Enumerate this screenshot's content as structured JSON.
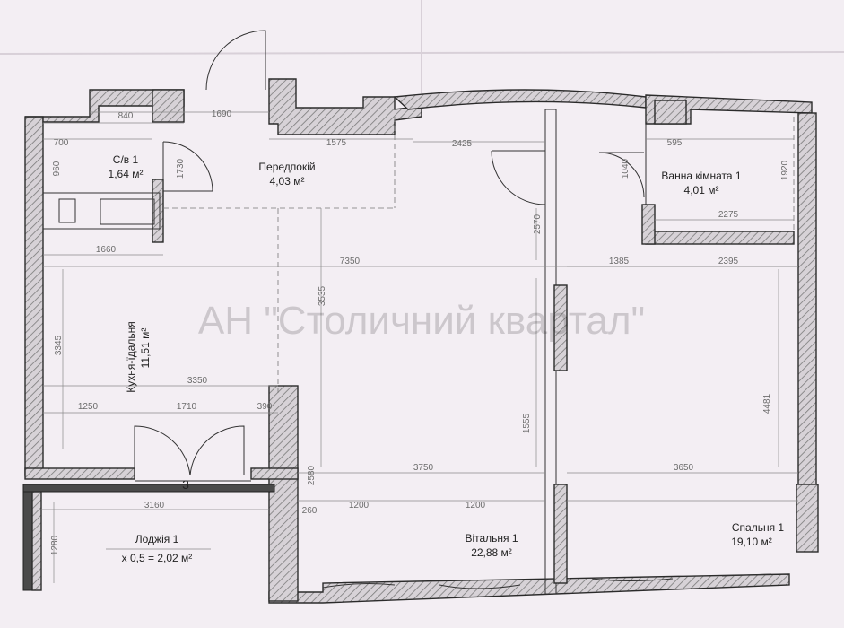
{
  "watermark": "АН \"Столичний квартал\"",
  "rooms": {
    "wc": {
      "name": "С/в 1",
      "area": "1,64 м²"
    },
    "hall": {
      "name": "Передпокій",
      "area": "4,03 м²"
    },
    "bathroom": {
      "name": "Ванна кімната 1",
      "area": "4,01 м²"
    },
    "kitchen": {
      "name": "Кухня-їдальня",
      "area": "11,51 м²"
    },
    "living": {
      "name": "Вітальня 1",
      "area": "22,88 м²"
    },
    "bedroom": {
      "name": "Спальня 1",
      "area": "19,10 м²"
    },
    "loggia": {
      "name": "Лоджія 1",
      "area": "x 0,5 = 2,02 м²"
    }
  },
  "dimensions": {
    "d840": "840",
    "d1690": "1690",
    "d700": "700",
    "d960": "960",
    "d1730": "1730",
    "d1575": "1575",
    "d2425": "2425",
    "d595": "595",
    "d1040": "1040",
    "d1920": "1920",
    "d2275": "2275",
    "d1660": "1660",
    "d7350": "7350",
    "d2570": "2570",
    "d1385": "1385",
    "d2395": "2395",
    "d3535": "3535",
    "d3345": "3345",
    "d3350": "3350",
    "d1250": "1250",
    "d1710": "1710",
    "d390": "390",
    "d1555": "1555",
    "d4481": "4481",
    "d3750": "3750",
    "d3650": "3650",
    "d3160": "3160",
    "d2580": "2580",
    "d260": "260",
    "d1200a": "1200",
    "d1200b": "1200",
    "d1280": "1280"
  }
}
